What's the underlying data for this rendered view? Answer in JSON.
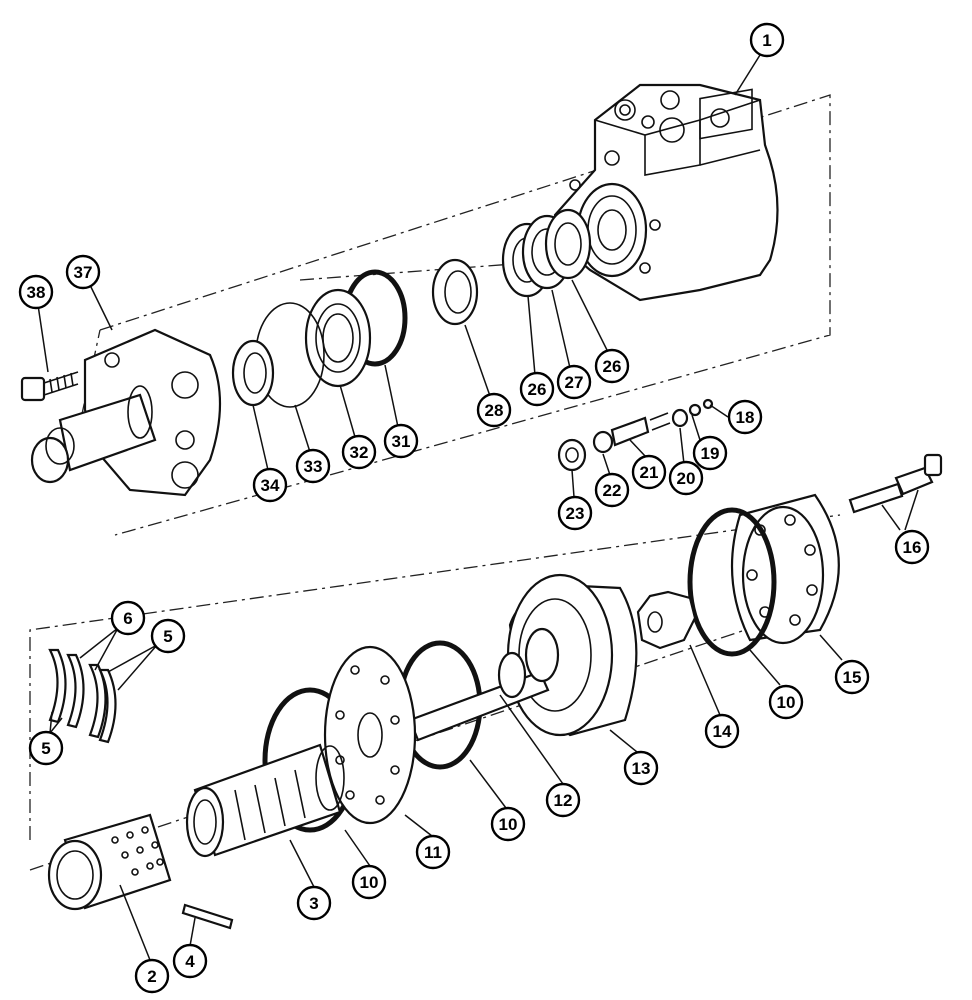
{
  "callouts": [
    {
      "id": "c1",
      "label": "1"
    },
    {
      "id": "c38",
      "label": "38"
    },
    {
      "id": "c37",
      "label": "37"
    },
    {
      "id": "c34",
      "label": "34"
    },
    {
      "id": "c33",
      "label": "33"
    },
    {
      "id": "c32",
      "label": "32"
    },
    {
      "id": "c31",
      "label": "31"
    },
    {
      "id": "c28",
      "label": "28"
    },
    {
      "id": "c26a",
      "label": "26"
    },
    {
      "id": "c27",
      "label": "27"
    },
    {
      "id": "c26b",
      "label": "26"
    },
    {
      "id": "c18",
      "label": "18"
    },
    {
      "id": "c19",
      "label": "19"
    },
    {
      "id": "c20",
      "label": "20"
    },
    {
      "id": "c21",
      "label": "21"
    },
    {
      "id": "c22",
      "label": "22"
    },
    {
      "id": "c23",
      "label": "23"
    },
    {
      "id": "c16",
      "label": "16"
    },
    {
      "id": "c15",
      "label": "15"
    },
    {
      "id": "c10a",
      "label": "10"
    },
    {
      "id": "c14",
      "label": "14"
    },
    {
      "id": "c13",
      "label": "13"
    },
    {
      "id": "c12",
      "label": "12"
    },
    {
      "id": "c10b",
      "label": "10"
    },
    {
      "id": "c11",
      "label": "11"
    },
    {
      "id": "c10c",
      "label": "10"
    },
    {
      "id": "c3",
      "label": "3"
    },
    {
      "id": "c6",
      "label": "6"
    },
    {
      "id": "c5a",
      "label": "5"
    },
    {
      "id": "c5b",
      "label": "5"
    },
    {
      "id": "c2",
      "label": "2"
    },
    {
      "id": "c4",
      "label": "4"
    }
  ]
}
